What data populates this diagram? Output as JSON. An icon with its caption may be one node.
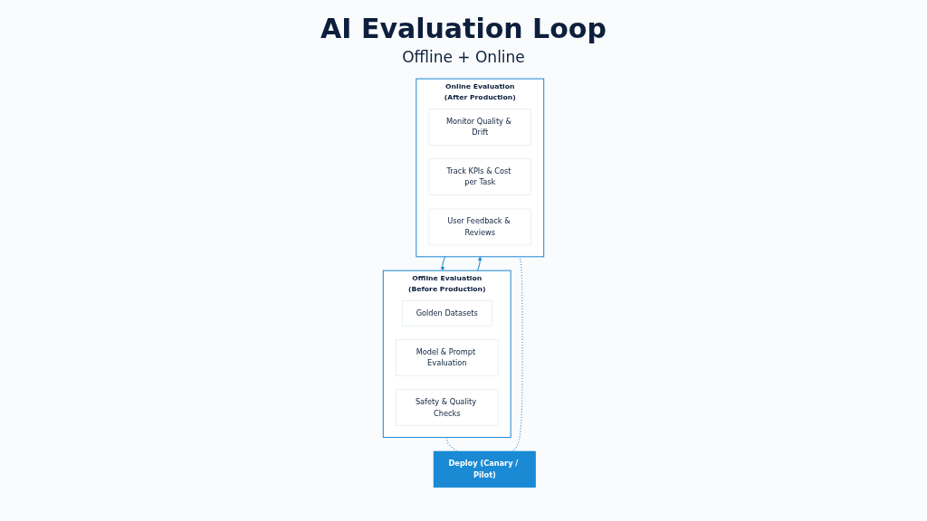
{
  "diagram": {
    "title": "AI Evaluation Loop",
    "nodes": [
      {
        "text": [
          "Offline Evaluation",
          "(Before Production)"
        ]
      },
      {
        "text": [
          "Golden Datasets"
        ],
        "in": 0
      },
      {
        "text": [
          "Model & Prompt Evaluation"
        ],
        "in": 0
      },
      {
        "text": [
          "Safety & Quality Checks"
        ],
        "in": 0
      },
      {
        "text": [
          "Deploy (Canary / Pilot)"
        ]
      },
      {
        "text": [
          "Online Evaluation",
          "(After Production)"
        ]
      },
      {
        "text": [
          "Monitor Quality & Drift"
        ],
        "in": 5
      },
      {
        "text": [
          "Track KPIs & Cost per Task"
        ],
        "in": 5
      },
      {
        "text": [
          "User Feedback & Reviews"
        ],
        "in": 5
      }
    ],
    "edges": [
      {
        "from": 0,
        "to": 4,
        "arrow": "none",
        "style": "dashed"
      },
      {
        "from": 4,
        "to": 5,
        "arrow": "none",
        "style": "dashed"
      },
      {
        "from": 5,
        "to": 0,
        "arrow": "to"
      },
      {
        "from": 0,
        "to": 5,
        "arrow": "to"
      }
    ],
    "labels": [
      "Offline + Online"
    ]
  }
}
